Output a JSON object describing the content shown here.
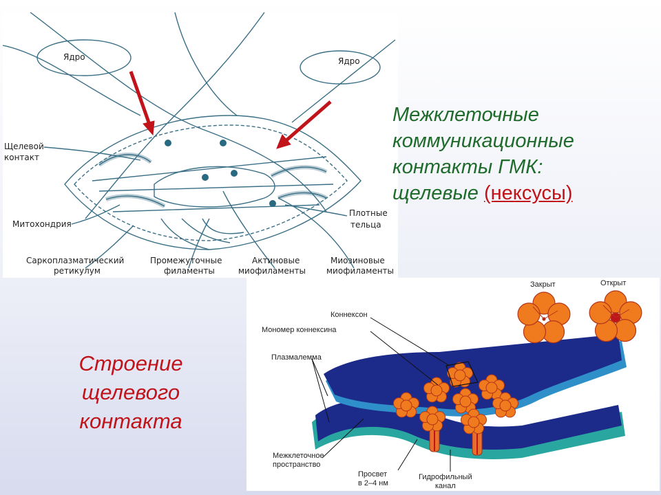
{
  "top_diagram": {
    "labels": {
      "nucleus_left": "Ядро",
      "nucleus_right": "Ядро",
      "gap_junction_1": "Щелевой",
      "gap_junction_2": "контакт",
      "dense_bodies_1": "Плотные",
      "dense_bodies_2": "тельца",
      "mitochondria": "Митохондрия",
      "sr_1": "Саркоплазматический",
      "sr_2": "ретикулум",
      "intermediate_1": "Промежуточные",
      "intermediate_2": "филаменты",
      "actin_1": "Актиновые",
      "actin_2": "миофиламенты",
      "myosin_1": "Миозиновые",
      "myosin_2": "миофиламенты"
    }
  },
  "title": {
    "line1": "Межклеточные",
    "line2": "коммуникационные",
    "line3": "контакты ГМК:",
    "line4_prefix": "щелевые ",
    "line4_highlight": "(нексусы)"
  },
  "caption": {
    "line1": "Строение",
    "line2": "щелевого",
    "line3": "контакта"
  },
  "bottom_diagram": {
    "labels": {
      "closed": "Закрыт",
      "open": "Открыт",
      "connexon": "Коннексон",
      "monomer": "Мономер коннексина",
      "plasmalemma": "Плазмалемма",
      "intercellular_1": "Межклеточное",
      "intercellular_2": "пространство",
      "lumen_1": "Просвет",
      "lumen_2": "в 2–4 нм",
      "channel_1": "Гидрофильный",
      "channel_2": "канал"
    }
  },
  "colors": {
    "title_green": "#1f6b2c",
    "accent_red": "#c0141a",
    "membrane_dark_blue": "#1c2a8a",
    "membrane_light_blue": "#2f8fc9",
    "membrane_teal": "#2aa6a0",
    "connexon_orange": "#f07a1e"
  }
}
